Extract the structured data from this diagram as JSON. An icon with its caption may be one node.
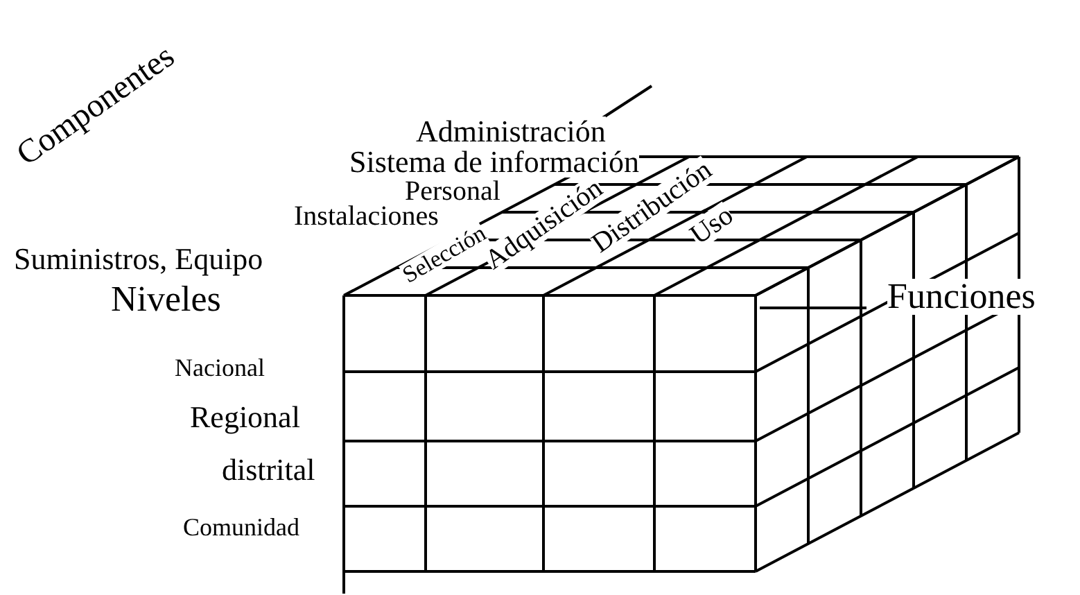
{
  "diagram": {
    "labels": [
      "Componentes",
      "Administración",
      "Sistema de información",
      "Personal",
      "Instalaciones",
      "Suministros, Equipo",
      "Niveles",
      "Selección",
      "Adquisición",
      "Distribución",
      "Uso",
      "Funciones",
      "Nacional",
      "Regional",
      "distrital",
      "Comunidad"
    ]
  }
}
